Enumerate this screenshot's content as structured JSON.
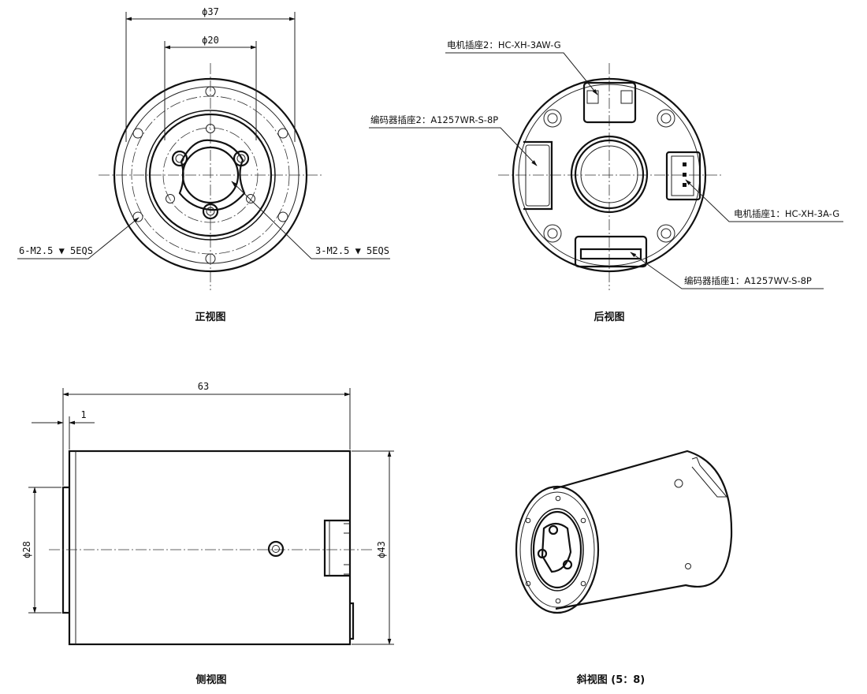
{
  "front_view": {
    "caption": "正视图",
    "dim_outer": "ϕ37",
    "dim_inner": "ϕ20",
    "note_holes_outer": "6-M2.5 ▼ 5EQS",
    "note_holes_inner": "3-M2.5 ▼ 5EQS"
  },
  "rear_view": {
    "caption": "后视图",
    "motor_socket_2": "电机插座2：HC-XH-3AW-G",
    "encoder_socket_2": "编码器插座2：A1257WR-S-8P",
    "motor_socket_1": "电机插座1：HC-XH-3A-G",
    "encoder_socket_1": "编码器插座1：A1257WV-S-8P"
  },
  "side_view": {
    "caption": "侧视图",
    "dim_length": "63",
    "dim_step": "1",
    "dim_pilot": "ϕ28",
    "dim_body": "ϕ43"
  },
  "iso_view": {
    "caption": "斜视图 (5：8)"
  }
}
